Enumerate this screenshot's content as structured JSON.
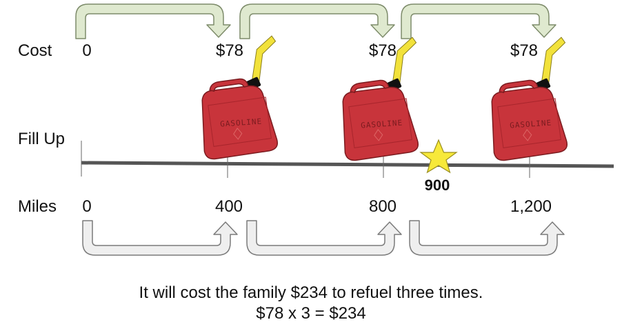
{
  "row_labels": {
    "cost": "Cost",
    "fill_up": "Fill Up",
    "miles": "Miles"
  },
  "costs": [
    "0",
    "$78",
    "$78",
    "$78"
  ],
  "miles": [
    "0",
    "400",
    "800",
    "1,200"
  ],
  "can_text": "GASOLINE",
  "marker": {
    "value": "900",
    "color": "#f7e93a"
  },
  "caption": {
    "line1": "It will cost the family $234 to refuel three times.",
    "line2": "$78 x 3 = $234"
  },
  "colors": {
    "top_arrow_fill": "#dfe9cf",
    "bottom_arrow_fill": "#efefef",
    "can_red": "#c8343b",
    "spout_yellow": "#f2e23b",
    "timeline": "#555555"
  }
}
